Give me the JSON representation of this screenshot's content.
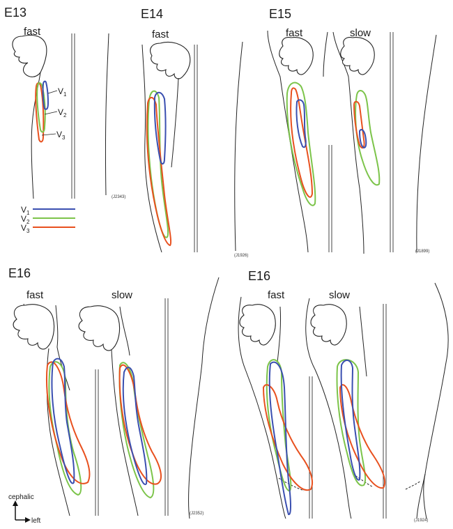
{
  "colors": {
    "V1": "#3a4fb0",
    "V2": "#7cc44a",
    "V3": "#e8501e"
  },
  "panels": {
    "e13": {
      "stage": "E13",
      "conditions": [
        "fast"
      ],
      "specimen": "(J2343)"
    },
    "e14": {
      "stage": "E14",
      "conditions": [
        "fast"
      ],
      "specimen": "(J1926)"
    },
    "e15": {
      "stage": "E15",
      "conditions": [
        "fast",
        "slow"
      ],
      "specimen": "(J1899)"
    },
    "e16a": {
      "stage": "E16",
      "conditions": [
        "fast",
        "slow"
      ],
      "specimen": "(J2352)"
    },
    "e16b": {
      "stage": "E16",
      "conditions": [
        "fast",
        "slow"
      ],
      "specimen": "(J1924)"
    }
  },
  "branch_labels": [
    {
      "main": "V",
      "sub": "1"
    },
    {
      "main": "V",
      "sub": "2"
    },
    {
      "main": "V",
      "sub": "3"
    }
  ],
  "legend": [
    {
      "main": "V",
      "sub": "1",
      "color": "#3a4fb0"
    },
    {
      "main": "V",
      "sub": "2",
      "color": "#7cc44a"
    },
    {
      "main": "V",
      "sub": "3",
      "color": "#e8501e"
    }
  ],
  "orientation": {
    "up": "cephalic",
    "right": "left"
  }
}
